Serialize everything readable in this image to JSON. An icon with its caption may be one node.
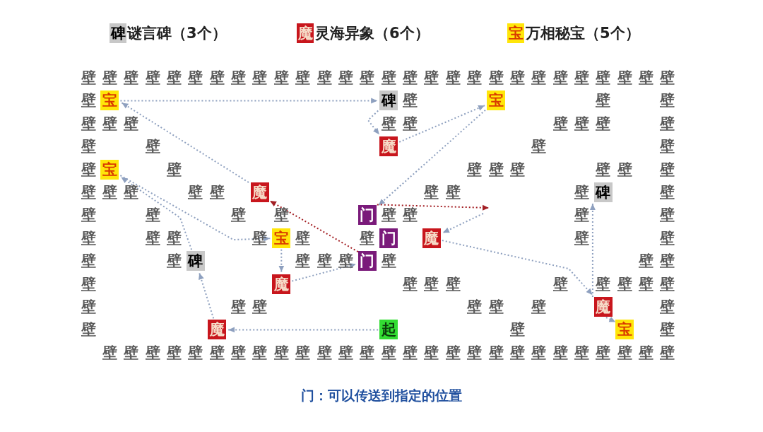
{
  "diagram": {
    "caption": "门：可以传送到指定的位置",
    "nodes": [
      {
        "text": [
          "宝"
        ]
      },
      {
        "text": [
          "碑"
        ]
      },
      {
        "text": [
          "宝"
        ]
      },
      {
        "text": [
          "魔"
        ]
      },
      {
        "text": [
          "宝"
        ]
      },
      {
        "text": [
          "碑"
        ]
      },
      {
        "text": [
          "魔"
        ]
      },
      {
        "text": [
          "门"
        ]
      },
      {
        "text": [
          "宝"
        ]
      },
      {
        "text": [
          "门"
        ]
      },
      {
        "text": [
          "魔"
        ]
      },
      {
        "text": [
          "碑"
        ]
      },
      {
        "text": [
          "门"
        ]
      },
      {
        "text": [
          "魔"
        ]
      },
      {
        "text": [
          "魔"
        ]
      },
      {
        "text": [
          "魔"
        ]
      },
      {
        "text": [
          "起"
        ]
      },
      {
        "text": [
          "宝"
        ]
      }
    ],
    "edges": [
      {
        "from": 16,
        "to": 15,
        "arrow": "to"
      },
      {
        "from": 15,
        "to": 11,
        "arrow": "to"
      },
      {
        "from": 11,
        "to": 4,
        "arrow": "to"
      },
      {
        "from": 4,
        "to": 8,
        "arrow": "to"
      },
      {
        "from": 8,
        "to": 13,
        "arrow": "to"
      },
      {
        "from": 13,
        "to": 12,
        "arrow": "to"
      },
      {
        "from": 12,
        "to": 6,
        "arrow": "to",
        "color": "#a31f24"
      },
      {
        "from": 6,
        "to": 0,
        "arrow": "to"
      },
      {
        "from": 0,
        "to": 1,
        "arrow": "to"
      },
      {
        "from": 1,
        "to": 3,
        "arrow": "to"
      },
      {
        "from": 3,
        "to": 2,
        "arrow": "to"
      },
      {
        "from": 2,
        "to": 7,
        "arrow": "to"
      },
      {
        "from": 7,
        "to": null,
        "arrow": "to",
        "color": "#a31f24"
      },
      {
        "from": null,
        "to": 10,
        "arrow": "to"
      },
      {
        "from": 10,
        "to": 14,
        "arrow": "to"
      },
      {
        "from": 14,
        "to": 17,
        "arrow": "to"
      },
      {
        "from": 14,
        "to": 5,
        "arrow": "to"
      }
    ],
    "labels": [
      "碑",
      "魔",
      "宝",
      "壁",
      "壁",
      "壁",
      "壁",
      "壁",
      "壁",
      "壁",
      "壁",
      "壁",
      "壁",
      "壁",
      "壁",
      "壁",
      "壁",
      "壁",
      "壁",
      "壁",
      "壁",
      "壁",
      "壁",
      "壁",
      "壁",
      "壁",
      "壁",
      "壁",
      "壁",
      "壁",
      "壁",
      "壁",
      "壁",
      "壁",
      "壁",
      "壁",
      "壁",
      "壁",
      "壁",
      "壁",
      "壁",
      "壁",
      "壁",
      "壁",
      "壁",
      "壁",
      "壁",
      "壁",
      "壁",
      "壁",
      "壁",
      "壁",
      "壁",
      "壁",
      "壁",
      "壁",
      "壁",
      "壁",
      "壁",
      "壁",
      "壁",
      "壁",
      "壁",
      "壁",
      "壁",
      "壁",
      "壁",
      "壁",
      "壁",
      "壁",
      "壁",
      "壁",
      "壁",
      "壁",
      "壁",
      "壁",
      "壁",
      "壁",
      "壁",
      "壁",
      "壁",
      "壁",
      "壁",
      "壁",
      "壁",
      "壁",
      "壁",
      "壁",
      "壁",
      "壁",
      "壁",
      "壁",
      "壁",
      "壁",
      "壁",
      "壁",
      "壁",
      "壁",
      "壁",
      "壁",
      "壁",
      "壁",
      "壁",
      "壁",
      "壁",
      "壁",
      "壁",
      "壁",
      "壁",
      "壁",
      "壁",
      "壁",
      "壁",
      "壁",
      "壁",
      "壁",
      "壁",
      "壁",
      "壁",
      "壁",
      "壁",
      "壁",
      "壁",
      "壁",
      "壁",
      "壁",
      "壁",
      "壁",
      "壁",
      "壁",
      "壁",
      "壁",
      "壁",
      "壁",
      "壁"
    ],
    "legend": [
      {
        "text": "谜言碑（3个）",
        "color": "#c8c8c8"
      },
      {
        "text": "灵海异象（6个）",
        "color": "#c8161d"
      },
      {
        "text": "万相秘宝（5个）",
        "color": "#ffe60a"
      }
    ]
  }
}
